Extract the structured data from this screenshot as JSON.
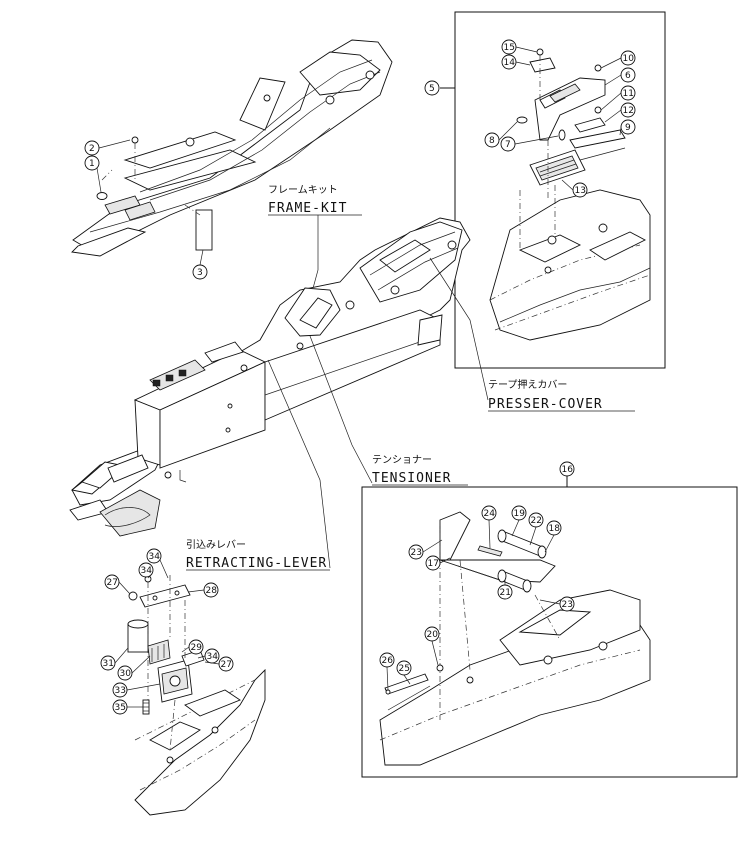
{
  "labels": {
    "frame_kit_jp": "フレームキット",
    "frame_kit_en": "FRAME-KIT",
    "presser_cover_jp": "テープ押えカバー",
    "presser_cover_en": "PRESSER-COVER",
    "tensioner_jp": "テンショナー",
    "tensioner_en": "TENSIONER",
    "retracting_lever_jp": "引込みレバー",
    "retracting_lever_en": "RETRACTING-LEVER"
  },
  "callouts": [
    "1",
    "2",
    "3",
    "5",
    "6",
    "7",
    "8",
    "9",
    "10",
    "11",
    "12",
    "13",
    "14",
    "15",
    "16",
    "17",
    "18",
    "19",
    "20",
    "21",
    "22",
    "23",
    "23",
    "24",
    "25",
    "26",
    "27",
    "27",
    "28",
    "29",
    "30",
    "31",
    "33",
    "34",
    "34",
    "35"
  ]
}
